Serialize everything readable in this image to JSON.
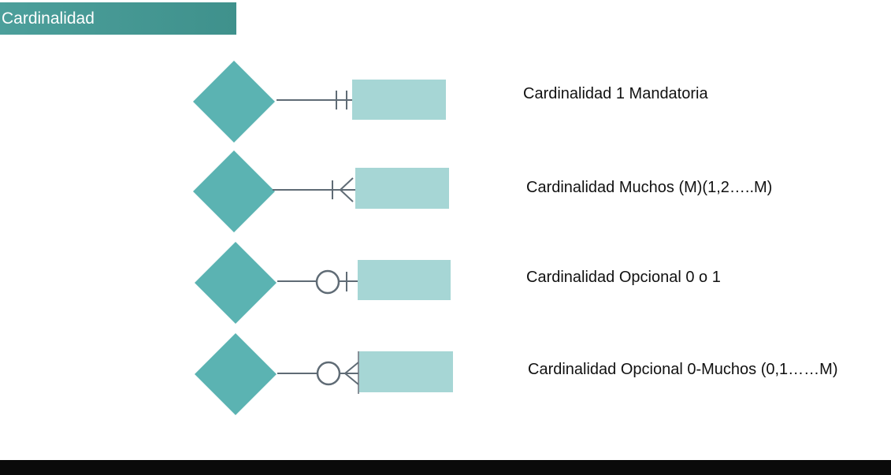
{
  "title": "Cardinalidad",
  "colors": {
    "title_bar": "#4c9f9b",
    "diamond": "#5bb3b2",
    "entity": "#a6d6d5",
    "connector": "#5f6b75",
    "label_text": "#111111",
    "bottom_bar": "#0a0a0a"
  },
  "rows": [
    {
      "notation": "one-mandatory",
      "label": "Cardinalidad 1 Mandatoria"
    },
    {
      "notation": "one-or-many",
      "label": "Cardinalidad Muchos (M)(1,2…..M)"
    },
    {
      "notation": "zero-or-one",
      "label": "Cardinalidad Opcional 0 o 1"
    },
    {
      "notation": "zero-or-many",
      "label": "Cardinalidad Opcional 0-Muchos (0,1……M)"
    }
  ]
}
